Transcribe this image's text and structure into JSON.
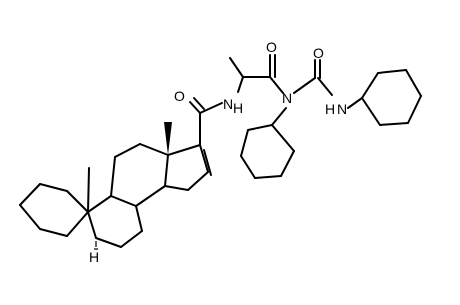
{
  "molecule": {
    "atom_labels": {
      "amide_O": "O",
      "amide_NH": "N",
      "amide_H": "H",
      "imide_O": "O",
      "imide_N": "N",
      "urea_O": "O",
      "urea_N": "N",
      "urea_H": "H",
      "ring_H": "H"
    }
  }
}
